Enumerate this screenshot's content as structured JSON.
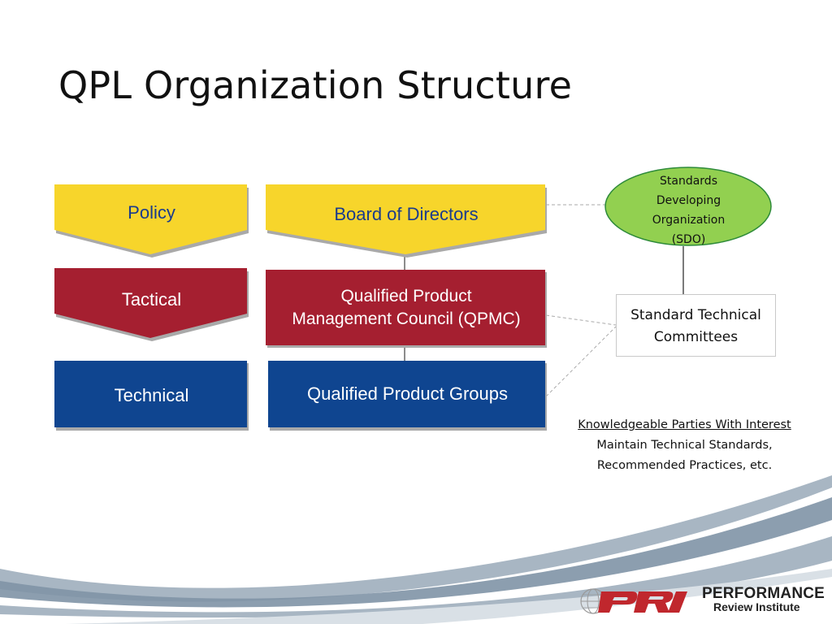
{
  "slide": {
    "title": "QPL Organization Structure"
  },
  "diagram": {
    "levels": {
      "policy": "Policy",
      "tactical": "Tactical",
      "technical": "Technical"
    },
    "bodies": {
      "board": "Board of Directors",
      "qpmc_line1": "Qualified Product",
      "qpmc_line2": "Management Council (QPMC)",
      "qpg": "Qualified Product Groups"
    },
    "sdo": {
      "line1": "Standards",
      "line2": "Developing",
      "line3": "Organization",
      "line4": "(SDO)"
    },
    "stc": {
      "line1": "Standard Technical",
      "line2": "Committees"
    },
    "note": {
      "heading": "Knowledgeable Parties With Interest",
      "line1": "Maintain Technical Standards,",
      "line2": "Recommended Practices, etc."
    },
    "colors": {
      "yellow": "#f7d52b",
      "red": "#a51f30",
      "blue": "#0f4590",
      "green": "#92d050",
      "swoosh": "#9aa9b8"
    }
  },
  "logo": {
    "mark": "PRI",
    "line1": "PERFORMANCE",
    "line2": "Review Institute"
  }
}
